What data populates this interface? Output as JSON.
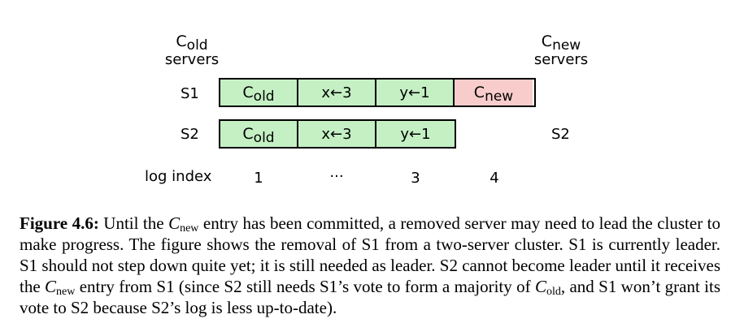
{
  "diagram": {
    "cold_header": {
      "letter": "C",
      "sub": "old",
      "line2": "servers"
    },
    "cnew_header": {
      "letter": "C",
      "sub": "new",
      "line2": "servers"
    },
    "rows": [
      {
        "label": "S1",
        "entries": [
          {
            "letter": "C",
            "sub": "old",
            "text": "",
            "color": "#c4f0c4"
          },
          {
            "letter": "",
            "sub": "",
            "text": "x←3",
            "color": "#c4f0c4"
          },
          {
            "letter": "",
            "sub": "",
            "text": "y←1",
            "color": "#c4f0c4"
          },
          {
            "letter": "C",
            "sub": "new",
            "text": "",
            "color": "#f9cccc"
          }
        ]
      },
      {
        "label": "S2",
        "entries": [
          {
            "letter": "C",
            "sub": "old",
            "text": "",
            "color": "#c4f0c4"
          },
          {
            "letter": "",
            "sub": "",
            "text": "x←3",
            "color": "#c4f0c4"
          },
          {
            "letter": "",
            "sub": "",
            "text": "y←1",
            "color": "#c4f0c4"
          }
        ]
      }
    ],
    "right_label": "S2",
    "log_index_label": "log index",
    "log_indices": [
      "1",
      "···",
      "3",
      "4"
    ]
  },
  "caption": {
    "label": "Figure 4.6:",
    "t1": " Until the ",
    "c1": "C",
    "c1_sub": "new",
    "t2": " entry has been committed, a removed server may need to lead the cluster to make progress. The figure shows the removal of S1 from a two-server cluster. S1 is currently leader. S1 should not step down quite yet; it is still needed as leader. S2 cannot become leader until it receives the ",
    "c2": "C",
    "c2_sub": "new",
    "t3": " entry from S1 (since S2 still needs S1’s vote to form a majority of ",
    "c3": "C",
    "c3_sub": "old",
    "t4": ", and S1 won’t grant its vote to S2 because S2’s log is less up-to-date)."
  }
}
